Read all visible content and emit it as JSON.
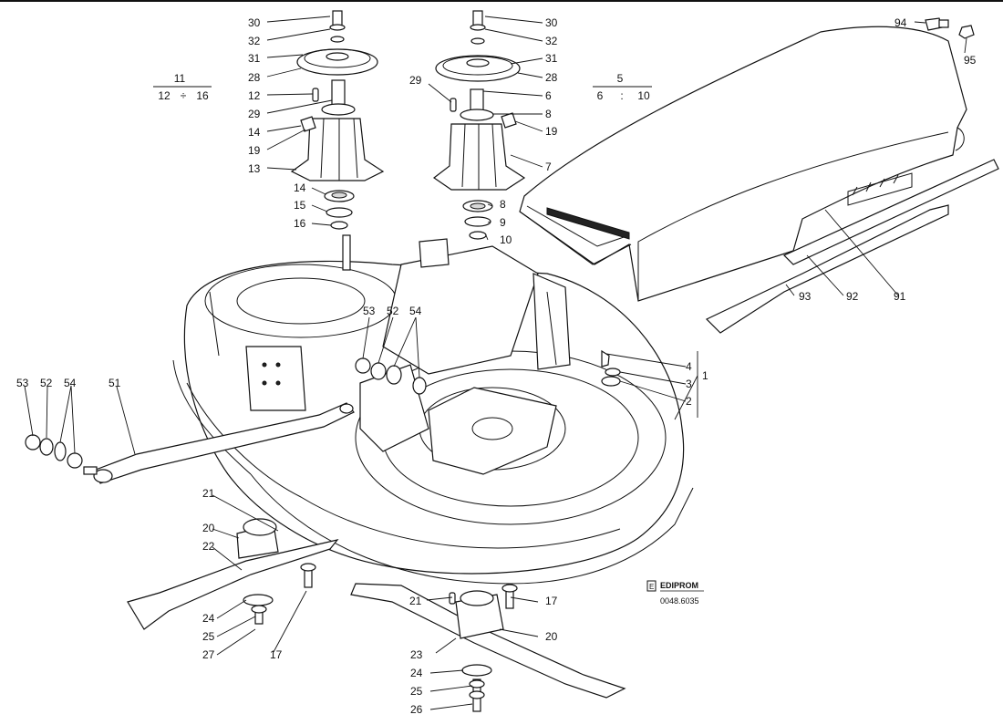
{
  "logo": {
    "brand": "EDIPROM",
    "code": "0048.6035"
  },
  "fractions": {
    "left": {
      "num": "11",
      "den_a": "12",
      "op": "÷",
      "den_b": "16"
    },
    "right": {
      "num": "5",
      "den_a": "6",
      "op": ":",
      "den_b": "10"
    }
  },
  "callouts": {
    "lp30": "30",
    "lp32": "32",
    "lp31": "31",
    "lp28": "28",
    "lp12": "12",
    "lp29": "29",
    "lp14": "14",
    "lp19": "19",
    "lp13": "13",
    "lb14": "14",
    "lb15": "15",
    "lb16": "16",
    "rp30": "30",
    "rp32": "32",
    "rp31": "31",
    "rp28": "28",
    "rp29": "29",
    "rp6": "6",
    "rp8": "8",
    "rp19": "19",
    "rp7": "7",
    "rb8": "8",
    "rb9": "9",
    "rb10": "10",
    "c94": "94",
    "c95": "95",
    "c93": "93",
    "c92": "92",
    "c91": "91",
    "c4": "4",
    "c3": "3",
    "c2": "2",
    "c1": "1",
    "m53": "53",
    "m52": "52",
    "m54": "54",
    "l53": "53",
    "l52": "52",
    "l54": "54",
    "l51": "51",
    "b21a": "21",
    "b20a": "20",
    "b22": "22",
    "b24a": "24",
    "b25a": "25",
    "b27": "27",
    "b17a": "17",
    "b21b": "21",
    "b17b": "17",
    "b20b": "20",
    "b23": "23",
    "b24b": "24",
    "b25b": "25",
    "b26": "26"
  }
}
